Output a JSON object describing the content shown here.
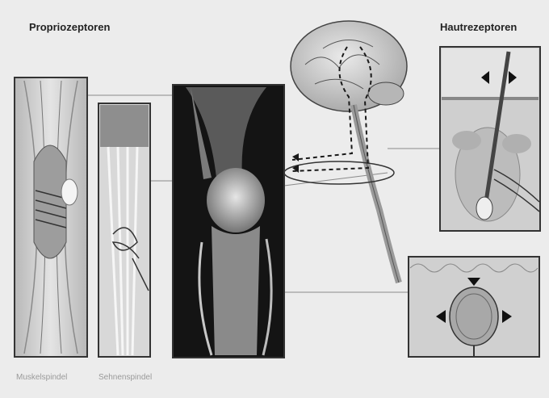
{
  "labels": {
    "proprioceptors": "Propriozeptoren",
    "skin_receptors": "Hautrezeptoren",
    "muscle_spindle": "Muskelspindel",
    "tendon_spindle": "Sehnenspindel"
  },
  "colors": {
    "background": "#ececec",
    "panel_fill": "#cfcfcf",
    "xray_dark": "#141414",
    "arrow": "#1a1a1a"
  }
}
